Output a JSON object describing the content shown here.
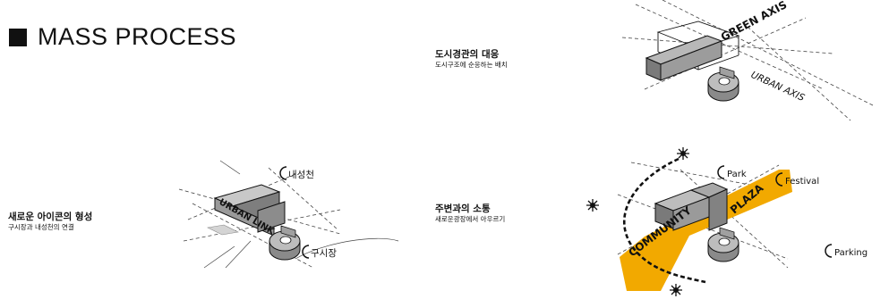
{
  "title": "MASS PROCESS",
  "steps": [
    {
      "heading": "도시경관의 대응",
      "sub": "도시구조에 순응하는 배치"
    },
    {
      "heading": "새로운 아이콘의 형성",
      "sub": "구시장과 내성천의 연결"
    },
    {
      "heading": "주변과의 소통",
      "sub": "새로운광장에서 아우르기"
    }
  ],
  "diagram1": {
    "green_axis": "GREEN AXIS",
    "urban_axis": "URBAN AXIS"
  },
  "diagram2": {
    "mass_label": "URBAN LINK",
    "tag_river": "내성천",
    "tag_market": "구시장"
  },
  "diagram3": {
    "community": "COMMUNITY",
    "plaza": "PLAZA",
    "tag_park": "Park",
    "tag_festival": "Festival",
    "tag_parking": "Parking"
  },
  "colors": {
    "accent": "#f2a900",
    "ink": "#111111",
    "mass_top": "#b8b8b8",
    "mass_side": "#7a7a7a",
    "mass_front": "#9c9c9c"
  }
}
